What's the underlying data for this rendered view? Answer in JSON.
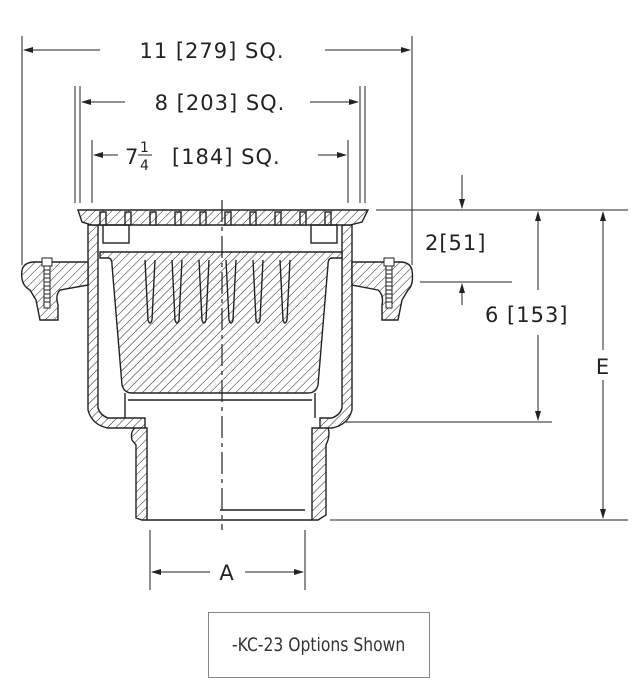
{
  "dimensions": {
    "overall": "11 [279] SQ.",
    "body": "8 [203] SQ.",
    "grate_whole": "7",
    "grate_num": "1",
    "grate_den": "4",
    "grate_rest": "[184] SQ.",
    "flange_height": "2[51]",
    "body_depth": "6 [153]",
    "overall_height": "E",
    "outlet": "A"
  },
  "caption": "-KC-23 Options Shown"
}
